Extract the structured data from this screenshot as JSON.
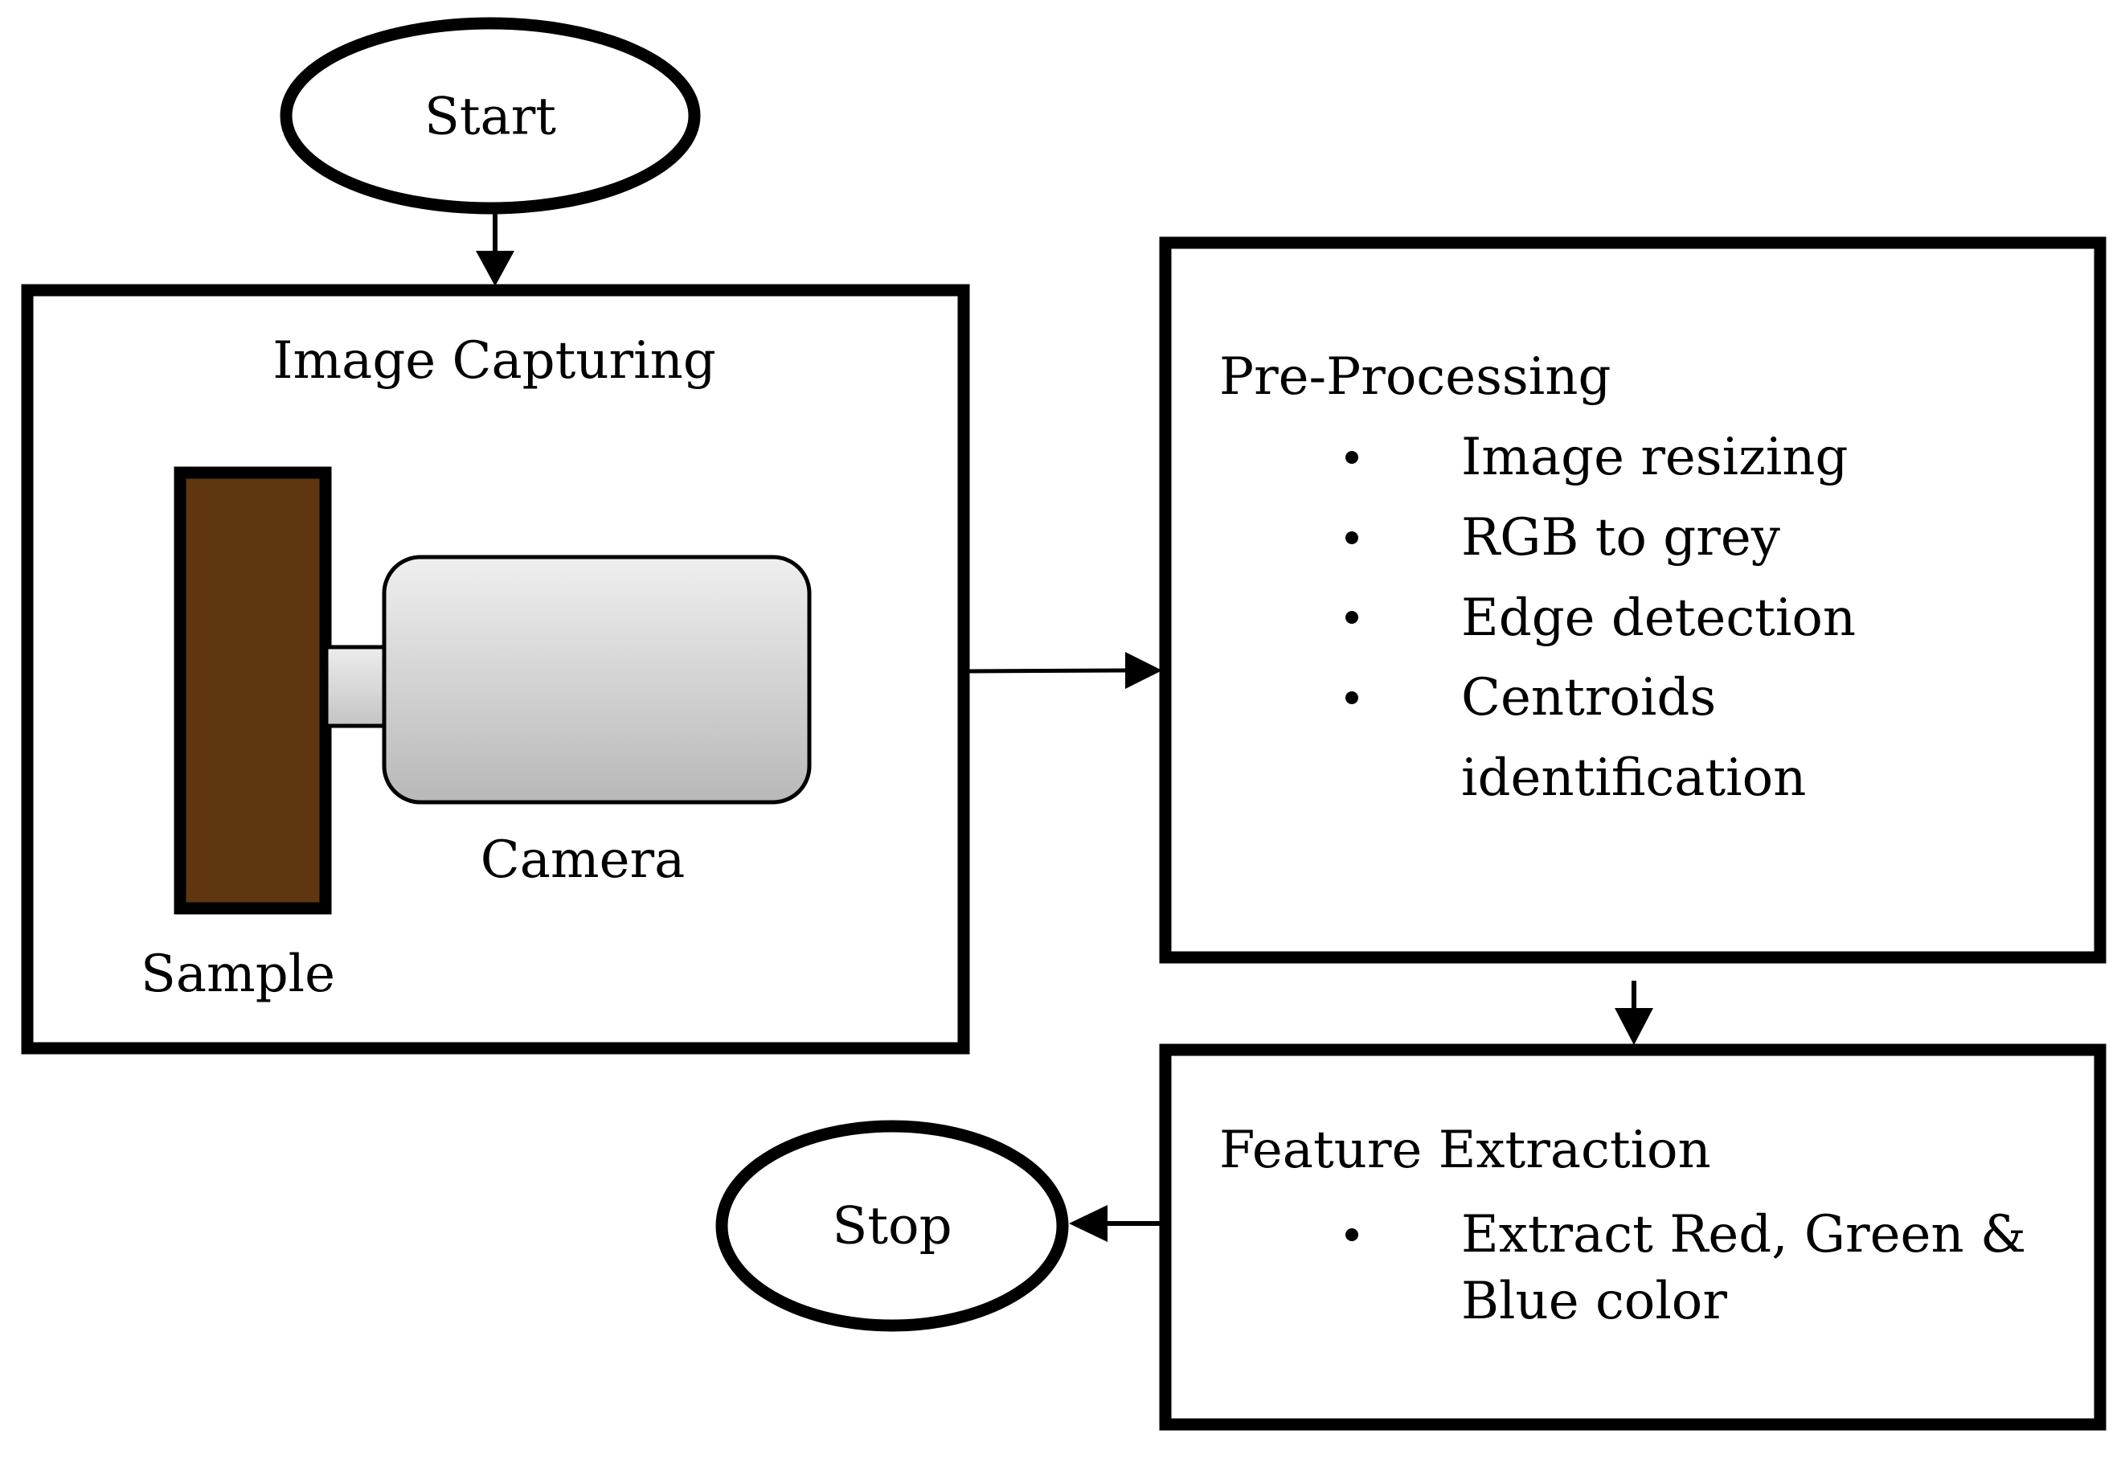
{
  "nodes": {
    "start": {
      "label": "Start"
    },
    "image_capturing": {
      "title": "Image Capturing",
      "sample_label": "Sample",
      "camera_label": "Camera",
      "colors": {
        "sample": "#5f3610"
      }
    },
    "pre_processing": {
      "title": "Pre-Processing",
      "steps": [
        "Image resizing",
        "RGB to grey",
        "Edge detection",
        "Centroids",
        "identification"
      ]
    },
    "feature_extraction": {
      "title": "Feature Extraction",
      "steps": [
        "Extract Red, Green &",
        "Blue color"
      ]
    },
    "stop": {
      "label": "Stop"
    }
  }
}
